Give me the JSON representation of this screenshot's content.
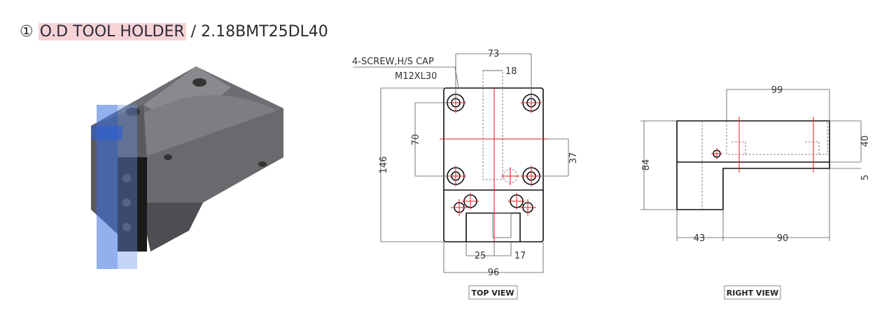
{
  "title": {
    "number": "①",
    "name": "O.D TOOL HOLDER",
    "separator": "/",
    "model": "2.18BMT25DL40"
  },
  "top_view": {
    "label": "TOP VIEW",
    "note_line1": "4-SCREW,H/S CAP",
    "note_line2": "M12XL30",
    "dims": {
      "d73": "73",
      "d18": "18",
      "d146": "146",
      "d70": "70",
      "d37": "37",
      "d25": "25",
      "d17": "17",
      "d96": "96"
    }
  },
  "right_view": {
    "label": "RIGHT VIEW",
    "dims": {
      "d99": "99",
      "d84": "84",
      "d40": "40",
      "d5": "5",
      "d43": "43",
      "d90": "90"
    }
  },
  "colors": {
    "highlight": "#f7d3d6",
    "centerline": "#e01b1b",
    "blade": "#3b6fe0"
  }
}
